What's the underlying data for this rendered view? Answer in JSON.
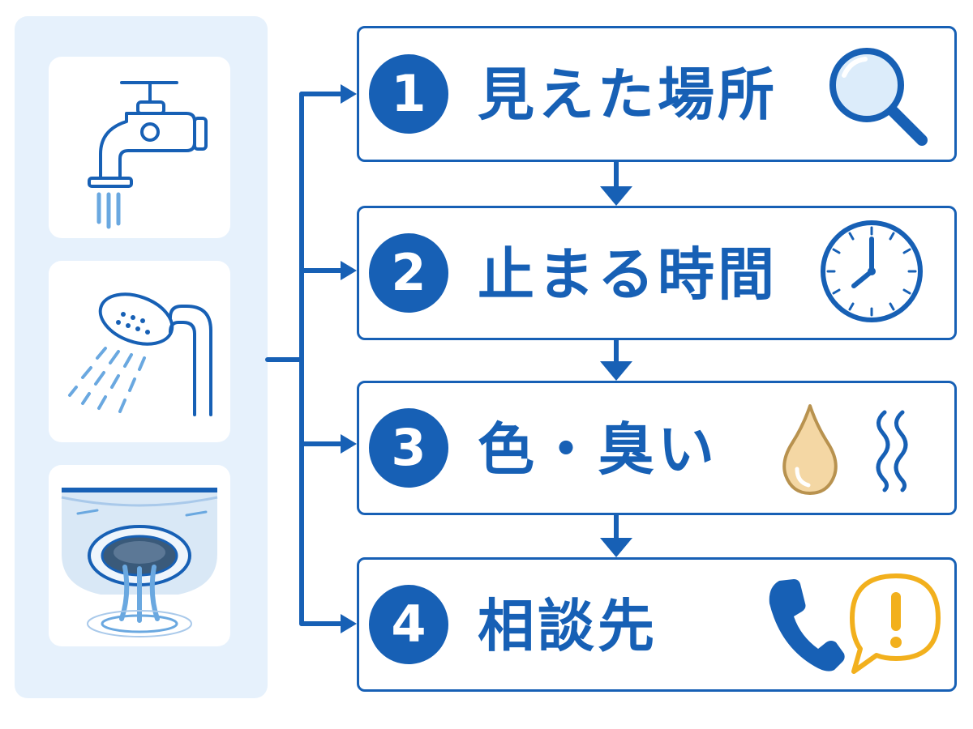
{
  "colors": {
    "primary": "#1760b5",
    "panel_bg": "#e6f1fc",
    "card_bg": "#ffffff",
    "water": "#6aa8e0",
    "drop_fill": "#f4d7a4",
    "drop_stroke": "#b8924f",
    "alert": "#f2b01d"
  },
  "sources": [
    {
      "icon": "faucet-icon"
    },
    {
      "icon": "shower-head-icon"
    },
    {
      "icon": "drain-icon"
    }
  ],
  "steps": [
    {
      "number": "1",
      "label": "見えた場所",
      "icons": [
        "magnifying-glass-icon"
      ]
    },
    {
      "number": "2",
      "label": "止まる時間",
      "icons": [
        "clock-icon"
      ]
    },
    {
      "number": "3",
      "label": "色・臭い",
      "icons": [
        "water-drop-icon",
        "odor-waves-icon"
      ]
    },
    {
      "number": "4",
      "label": "相談先",
      "icons": [
        "phone-icon",
        "alert-bubble-icon"
      ]
    }
  ]
}
